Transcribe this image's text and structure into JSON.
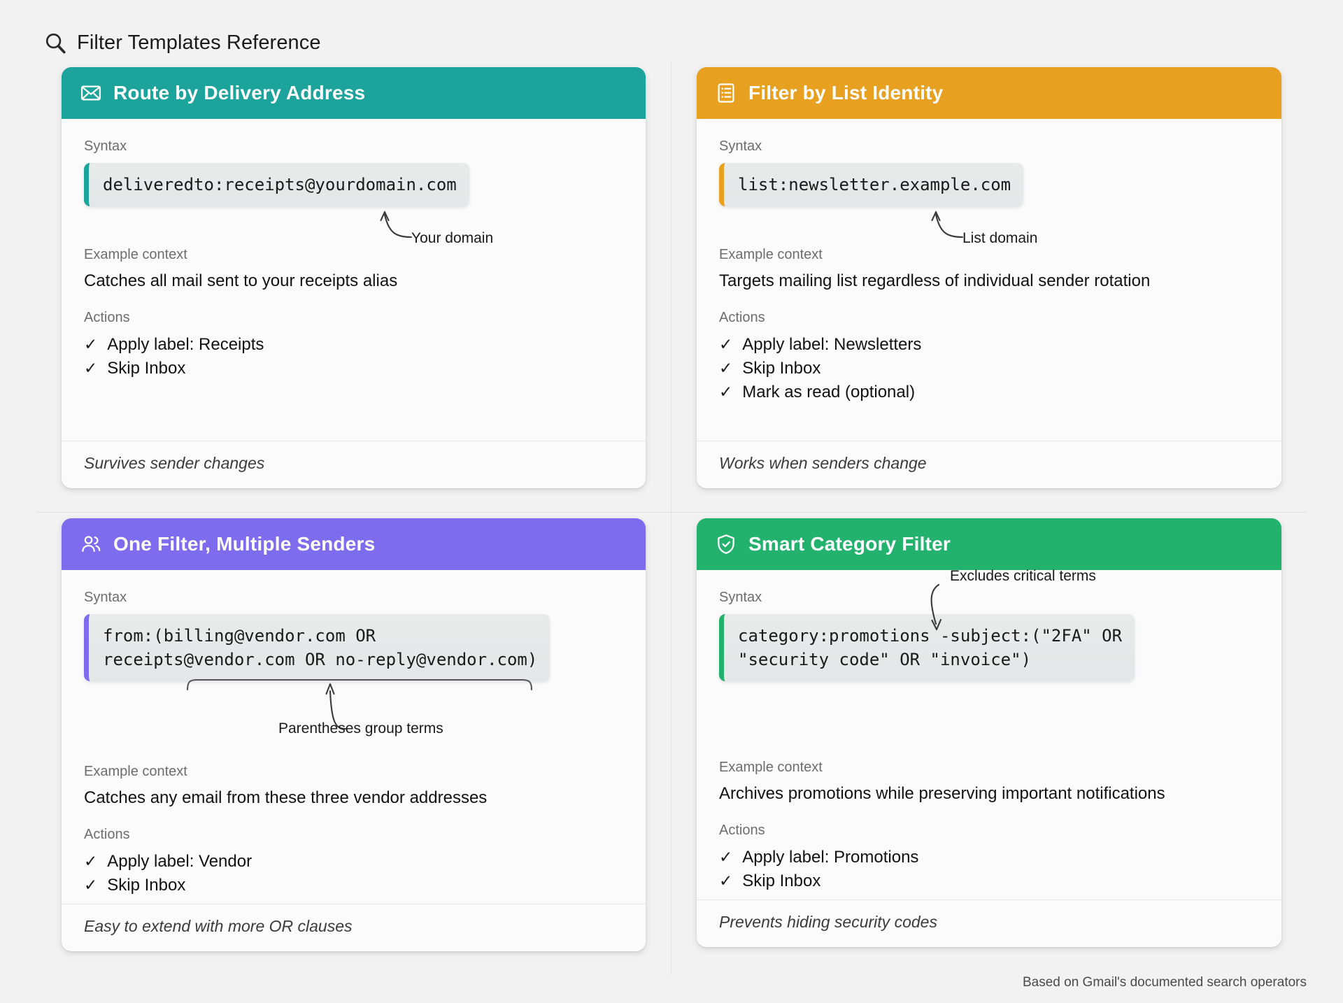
{
  "header": {
    "icon": "search-icon",
    "title": "Filter Templates Reference"
  },
  "credit": "Based on Gmail's documented search operators",
  "labels": {
    "syntax": "Syntax",
    "example_context": "Example context",
    "actions": "Actions",
    "check_glyph": "✓"
  },
  "colors": {
    "teal": "#1ba39c",
    "orange": "#e8a020",
    "purple": "#7d6ced",
    "green": "#23b26d",
    "page_bg": "#f2f2f2",
    "card_bg": "#fbfbfb",
    "code_bg": "#e8eaea"
  },
  "cards": [
    {
      "id": "route-by-delivery-address",
      "icon": "envelope-icon",
      "title": "Route by Delivery Address",
      "accent": "#1ba39c",
      "syntax": "deliveredto:receipts@yourdomain.com",
      "annotation": "Your domain",
      "context": "Catches all mail sent to your receipts alias",
      "actions": [
        "Apply label: Receipts",
        "Skip Inbox"
      ],
      "footer": "Survives sender changes"
    },
    {
      "id": "filter-by-list-identity",
      "icon": "list-document-icon",
      "title": "Filter by List Identity",
      "accent": "#e8a020",
      "syntax": "list:newsletter.example.com",
      "annotation": "List domain",
      "context": "Targets mailing list regardless of individual sender rotation",
      "actions": [
        "Apply label: Newsletters",
        "Skip Inbox",
        "Mark as read (optional)"
      ],
      "footer": "Works when senders change"
    },
    {
      "id": "one-filter-multiple-senders",
      "icon": "users-icon",
      "title": "One Filter, Multiple Senders",
      "accent": "#7d6ced",
      "syntax": "from:(billing@vendor.com OR\nreceipts@vendor.com OR no-reply@vendor.com)",
      "annotation": "Parentheses group terms",
      "context": "Catches any email from these three vendor addresses",
      "actions": [
        "Apply label: Vendor",
        "Skip Inbox"
      ],
      "footer": "Easy to extend with more OR clauses"
    },
    {
      "id": "smart-category-filter",
      "icon": "shield-check-icon",
      "title": "Smart Category Filter",
      "accent": "#23b26d",
      "syntax": "category:promotions -subject:(\"2FA\" OR\n\"security code\" OR \"invoice\")",
      "annotation": "Excludes critical terms",
      "context": "Archives promotions while preserving important notifications",
      "actions": [
        "Apply label: Promotions",
        "Skip Inbox"
      ],
      "footer": "Prevents hiding security codes"
    }
  ]
}
